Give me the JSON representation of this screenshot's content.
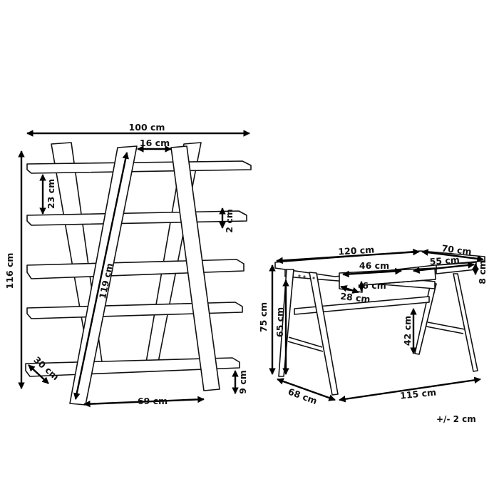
{
  "shelf": {
    "width": "100 cm",
    "top_gap": "16 cm",
    "shelf_spacing": "23 cm",
    "shelf_thickness": "2 cm",
    "height": "116 cm",
    "leg_length": "119 cm",
    "depth": "30 cm",
    "bottom_clearance": "9 cm",
    "base_width": "69 cm"
  },
  "desk": {
    "width": "120 cm",
    "depth": "70 cm",
    "drawer_width": "46 cm",
    "side_width": "55 cm",
    "apron_height": "8 cm",
    "drawer_height": "6 cm",
    "drawer_depth": "28 cm",
    "height": "75 cm",
    "legroom_height": "65 cm",
    "crossbar_height": "42 cm",
    "base_depth": "68 cm",
    "base_width": "115 cm"
  },
  "tolerance": "+/- 2 cm"
}
